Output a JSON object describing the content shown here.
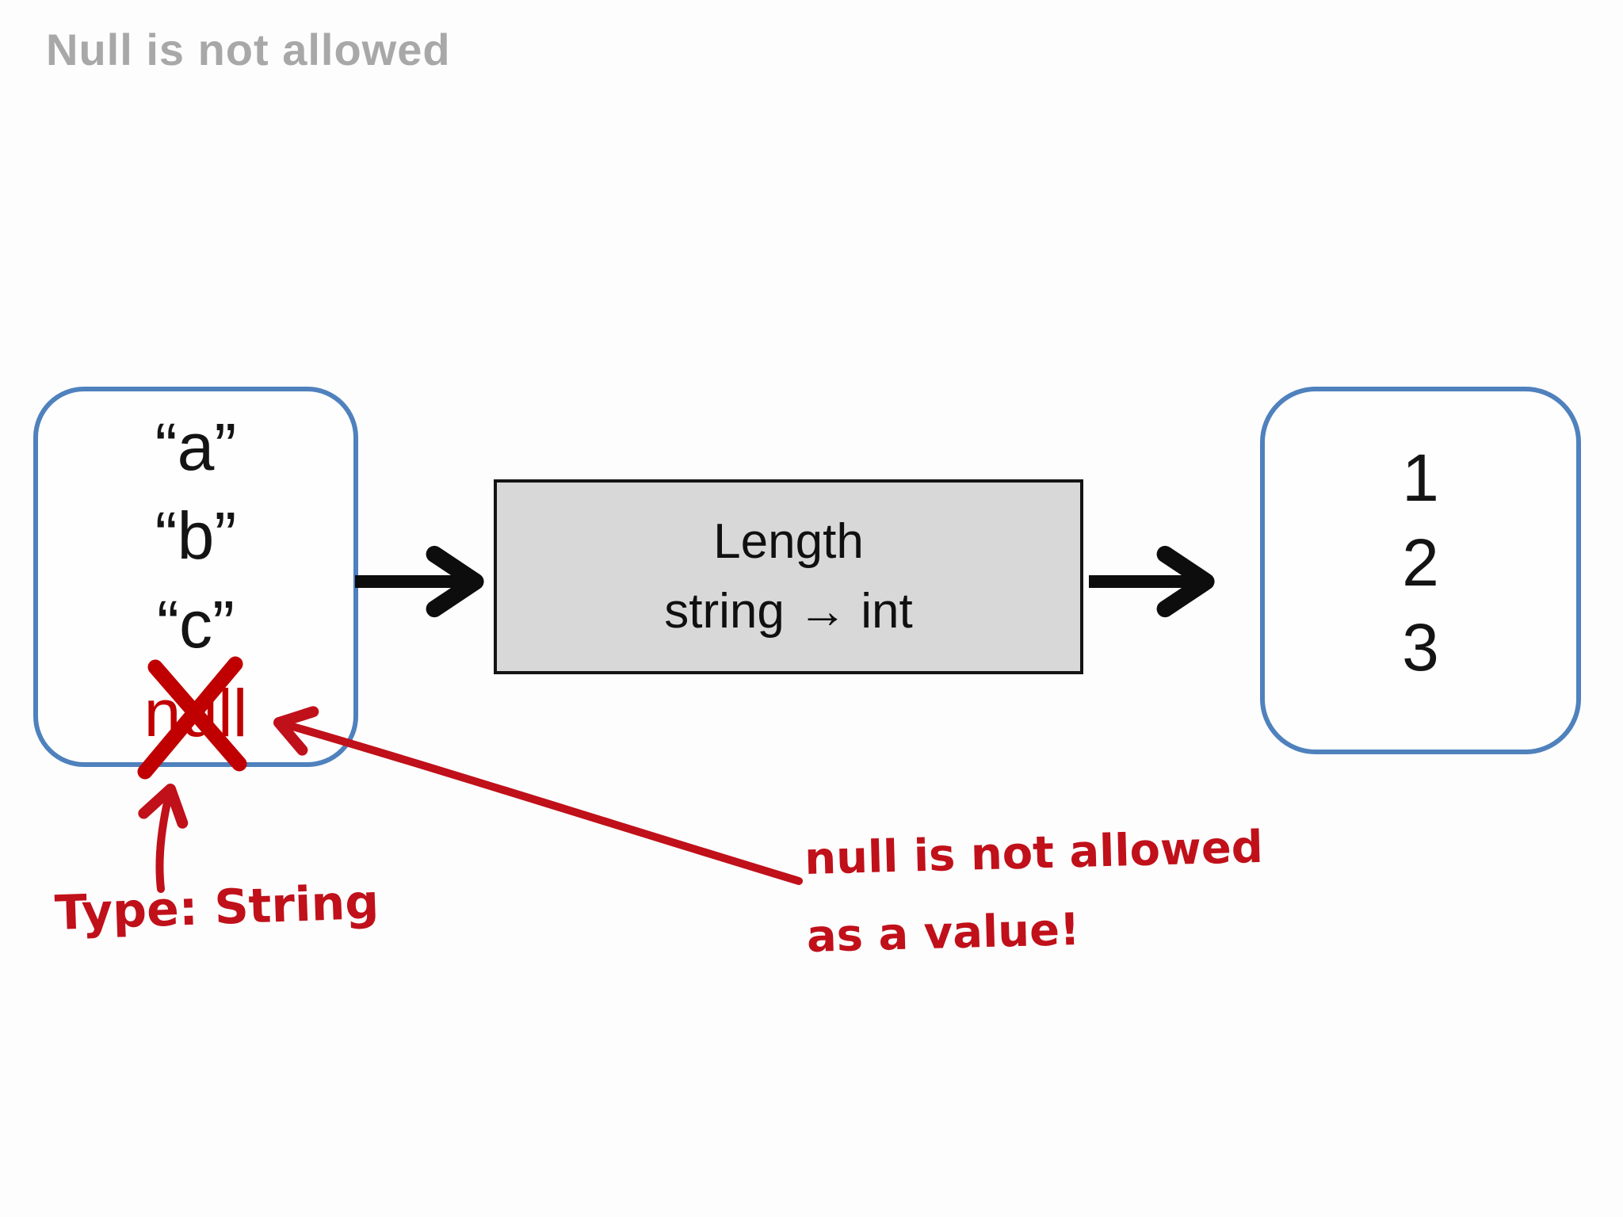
{
  "title": "Null is not allowed",
  "diagram": {
    "input_box": {
      "values": [
        "“a”",
        "“b”",
        "“c”"
      ],
      "invalid_value": "null"
    },
    "function_box": {
      "name": "Length",
      "signature": "string → int"
    },
    "output_box": {
      "values": [
        "1",
        "2",
        "3"
      ]
    }
  },
  "annotations": {
    "type_label": "Type: String",
    "note_line1": "null is not allowed",
    "note_line2": "as a value!"
  },
  "colors": {
    "title_gray": "#a8a8a8",
    "box_border_blue": "#4f81bd",
    "function_fill_gray": "#d8d8d8",
    "annotation_red": "#c0101a",
    "invalid_red": "#c00000",
    "arrow_black": "#0d0d0d"
  }
}
